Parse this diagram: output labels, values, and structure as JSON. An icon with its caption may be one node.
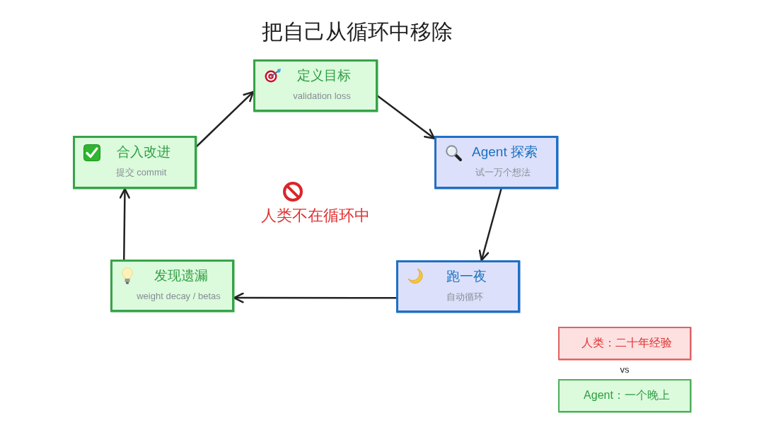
{
  "diagram": {
    "title": "把自己从循环中移除",
    "nodes": [
      {
        "text": [
          "定义目标",
          "validation loss"
        ]
      },
      {
        "text": [
          "Agent 探索",
          "试一万个想法"
        ]
      },
      {
        "text": [
          "跑一夜",
          "自动循环"
        ]
      },
      {
        "text": [
          "发现遗漏",
          "weight decay / betas"
        ]
      },
      {
        "text": [
          "合入改进",
          "提交 commit"
        ]
      },
      {
        "text": [
          "人类：二十年经验"
        ]
      },
      {
        "text": [
          "Agent：一个晚上"
        ]
      }
    ],
    "edges": [
      {
        "from": 4,
        "to": 0,
        "arrow": "to"
      },
      {
        "from": 0,
        "to": 1,
        "arrow": "to"
      },
      {
        "from": 1,
        "to": 2,
        "arrow": "to"
      },
      {
        "from": 2,
        "to": 3,
        "arrow": "to"
      },
      {
        "from": 3,
        "to": 4,
        "arrow": "to"
      }
    ],
    "labels": [
      "人类不在循环中",
      "vs"
    ]
  }
}
